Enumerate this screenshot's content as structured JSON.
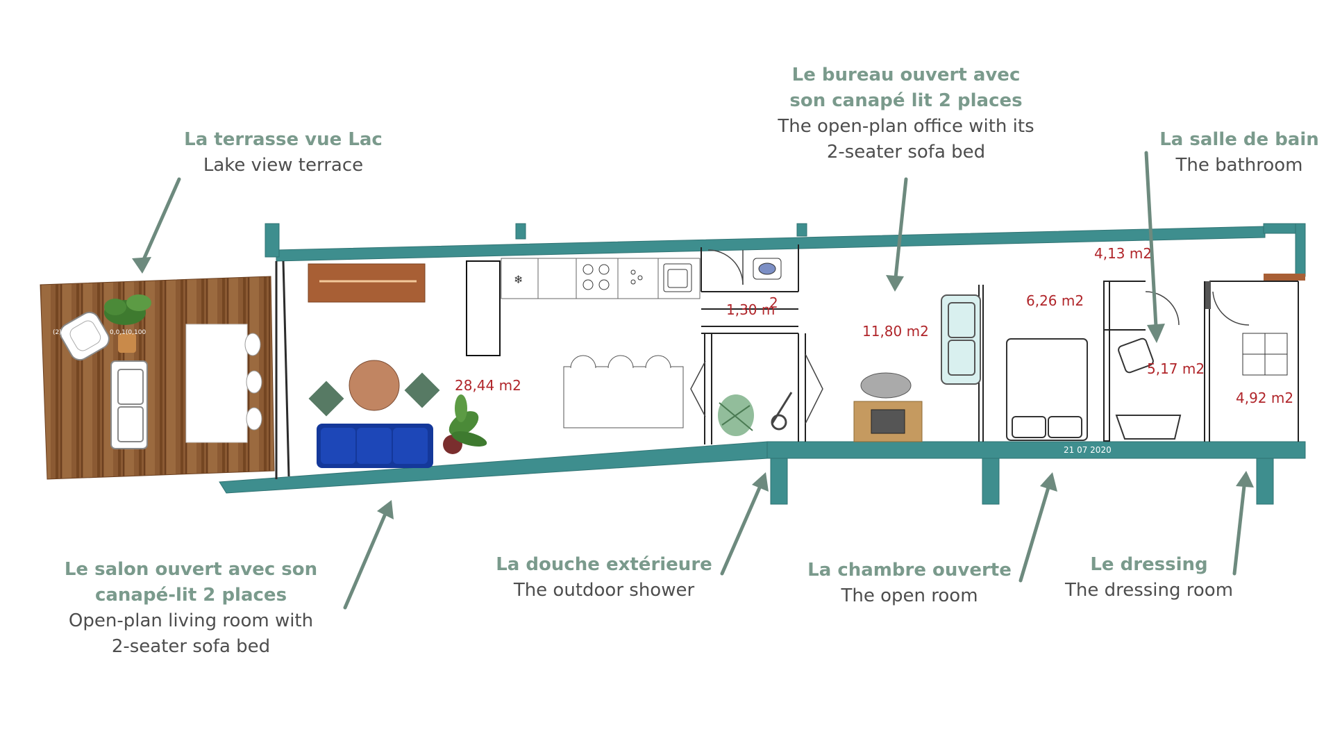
{
  "labels": {
    "terrace": {
      "fr": "La terrasse vue Lac",
      "en": "Lake view terrace"
    },
    "office": {
      "fr": "Le bureau ouvert avec son canapé lit 2 places",
      "en": "The open-plan office with its 2-seater sofa bed"
    },
    "bathroom": {
      "fr": "La salle de bain",
      "en": "The bathroom"
    },
    "living": {
      "fr": "Le salon ouvert avec son canapé-lit 2 places",
      "en": "Open-plan living room with 2-seater sofa bed"
    },
    "shower": {
      "fr": "La douche extérieure",
      "en": "The outdoor shower"
    },
    "bedroom": {
      "fr": "La chambre ouverte",
      "en": "The open room"
    },
    "dressing": {
      "fr": "Le dressing",
      "en": "The dressing room"
    }
  },
  "areas": {
    "living": "28,44 m2",
    "wc": "1,30 m",
    "wc_sup": "2",
    "office": "11,80 m2",
    "bedroom": "6,26 m2",
    "hall": "4,13 m2",
    "bathroom": "5,17 m2",
    "dressing": "4,92 m2"
  },
  "plan_date": "21 07 2020",
  "terrace_marks": {
    "left": "(2)",
    "right": "0,0,1(0,100"
  },
  "colors": {
    "wall": "#3e8e8e",
    "label_fr": "#7a9a8c",
    "label_en": "#4d4d4d",
    "area_text": "#b0252a",
    "arrow": "#6d8a7e",
    "terrace_wood": "#8b5a33"
  }
}
